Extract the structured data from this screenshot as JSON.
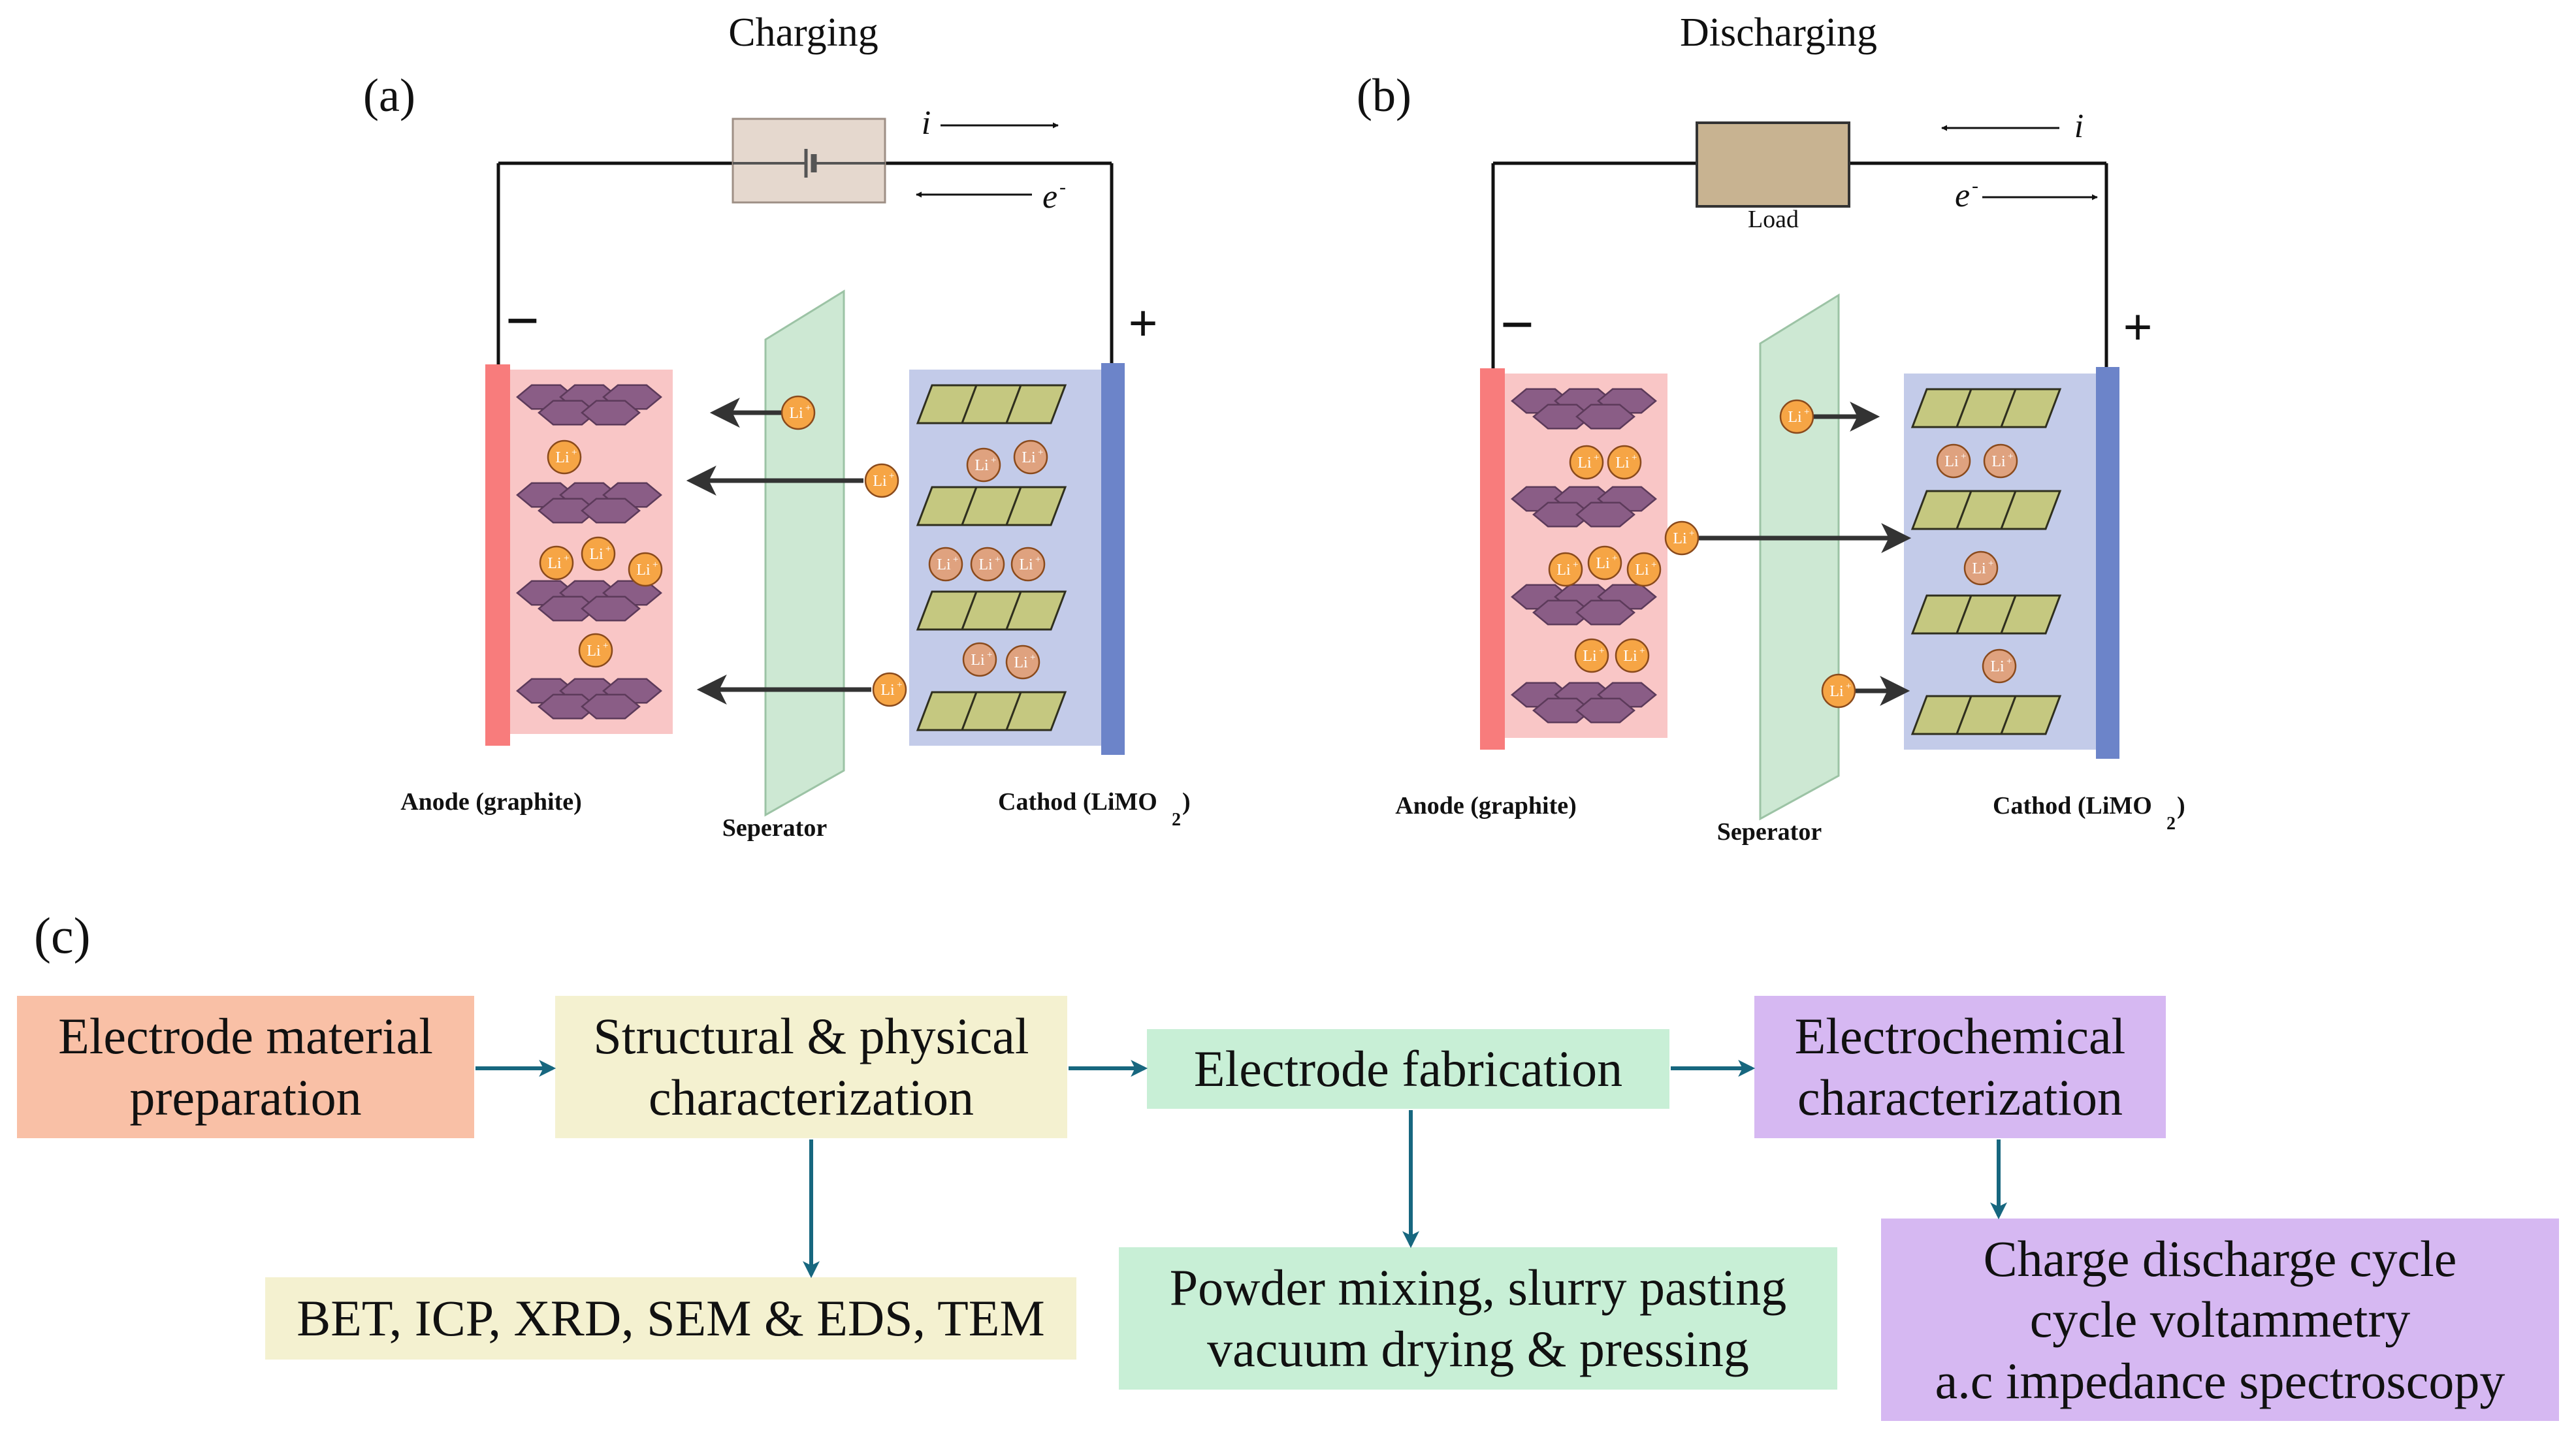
{
  "panel_a": {
    "title": "Charging",
    "tag": "(a)",
    "current_label": "i",
    "electron_label": "e",
    "electron_sup": "-",
    "anode_sign": "−",
    "cathode_sign": "+",
    "anode_label": "Anode (graphite)",
    "separator_label": "Seperator",
    "cathode_label": "Cathod (LiMO",
    "cathode_sub": "2",
    "cathode_close": ")"
  },
  "panel_b": {
    "title": "Discharging",
    "tag": "(b)",
    "current_label": "i",
    "electron_label": "e",
    "electron_sup": "-",
    "load_label": "Load",
    "anode_sign": "−",
    "cathode_sign": "+",
    "anode_label": "Anode (graphite)",
    "separator_label": "Seperator",
    "cathode_label": "Cathod (LiMO",
    "cathode_sub": "2",
    "cathode_close": ")"
  },
  "ion_label": "Li",
  "ion_sup": "+",
  "panel_c": {
    "tag": "(c)",
    "steps": [
      {
        "lines": [
          "Electrode material",
          "preparation"
        ]
      },
      {
        "lines": [
          "Structural & physical",
          "characterization"
        ]
      },
      {
        "lines": [
          "Electrode fabrication"
        ]
      },
      {
        "lines": [
          "Electrochemical",
          "characterization"
        ]
      }
    ],
    "details": [
      {
        "lines": [
          "BET, ICP, XRD, SEM & EDS, TEM"
        ]
      },
      {
        "lines": [
          "Powder mixing, slurry pasting",
          "vacuum drying & pressing"
        ]
      },
      {
        "lines": [
          "Charge discharge cycle",
          "cycle voltammetry",
          "a.c impedance spectroscopy"
        ]
      }
    ]
  },
  "colors": {
    "anode_bg": "#f9c6c6",
    "anode_plate": "#f87c7c",
    "graphite": "#8a5d86",
    "separator": "#cde8d3",
    "cathode_bg": "#c3cbe9",
    "cathode_plate": "#6c84c9",
    "oxide": "#c5c880",
    "ion_orange": "#f6a545",
    "ion_brown": "#dfa27f",
    "battery_box": "#e5d8ce",
    "load_box": "#c8b391",
    "flow_arrow": "#17677f"
  }
}
